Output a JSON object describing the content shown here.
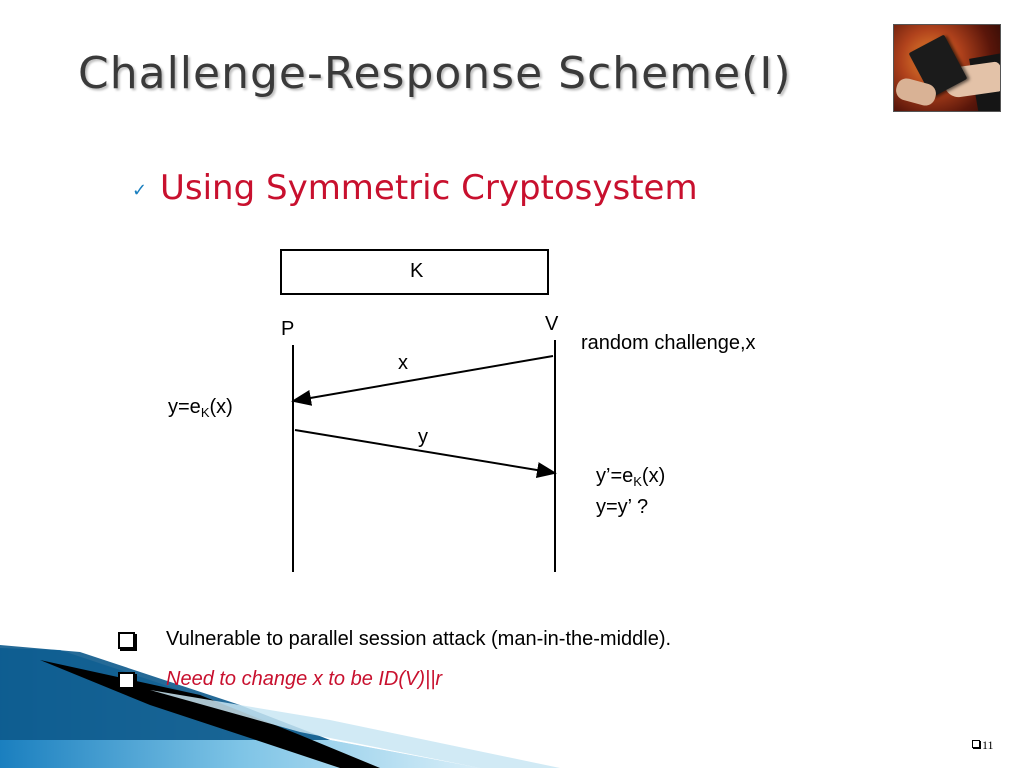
{
  "slide": {
    "title": "Challenge-Response Scheme(I)",
    "subtitle": "Using Symmetric Cryptosystem",
    "page_number": "11"
  },
  "diagram": {
    "key_box_label": "K",
    "prover_label": "P",
    "verifier_label": "V",
    "challenge_note": "random challenge,x",
    "msg1_label": "x",
    "msg2_label": "y",
    "prover_compute": {
      "prefix": "y=e",
      "sub": "K",
      "suffix": "(x)"
    },
    "verifier_compute": {
      "prefix": "y’=e",
      "sub": "K",
      "suffix": "(x)"
    },
    "verifier_check": "y=y’ ?"
  },
  "bullets": [
    {
      "text": "Vulnerable to parallel session attack (man-in-the-middle).",
      "style": "normal"
    },
    {
      "text": "Need to change x to be ID(V)||r",
      "style": "red-italic"
    }
  ],
  "colors": {
    "title": "#3a3a3a",
    "subtitle": "#c8102e",
    "accent_blue": "#1a7fbf"
  }
}
